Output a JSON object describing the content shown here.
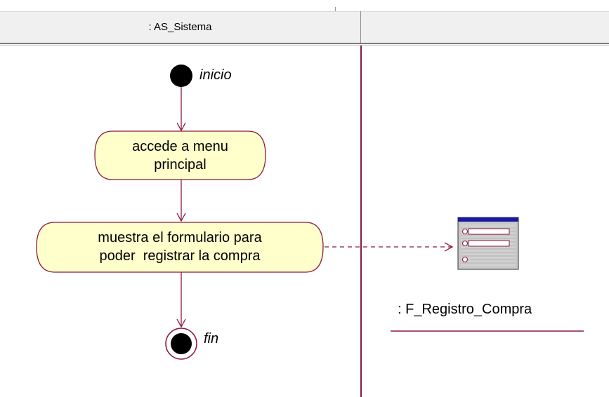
{
  "swimlanes": [
    {
      "title": ": AS_Sistema"
    },
    {
      "title": ""
    }
  ],
  "start_node": {
    "label": "inicio"
  },
  "end_node": {
    "label": "fin"
  },
  "activities": [
    {
      "line1": "accede a menu",
      "line2": "principal"
    },
    {
      "line1": "muestra el formulario para",
      "line2": "poder  registrar la compra"
    }
  ],
  "object_node": {
    "label": ": F_Registro_Compra",
    "icon": "form-icon"
  },
  "colors": {
    "activity_fill": "#ffffcc",
    "activity_stroke": "#8b1a3c",
    "arrow": "#8b1a3c",
    "node": "#000000",
    "header_bg": "#f0f0f0"
  }
}
